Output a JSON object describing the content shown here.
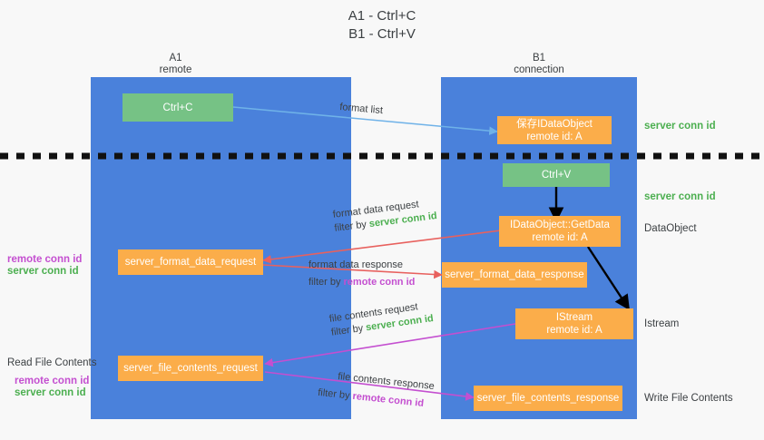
{
  "title": {
    "line1": "A1 - Ctrl+C",
    "line2": "B1 - Ctrl+V"
  },
  "lanes": [
    {
      "id": "a1",
      "name": "A1",
      "sub": "remote"
    },
    {
      "id": "b1",
      "name": "B1",
      "sub": "connection"
    }
  ],
  "boxes": {
    "ctrl_c": {
      "label": "Ctrl+C"
    },
    "save_dataobject": {
      "line1": "保存IDataObject",
      "line2": "remote id: A"
    },
    "ctrl_v": {
      "label": "Ctrl+V"
    },
    "getdata": {
      "line1": "IDataObject::GetData",
      "line2": "remote id: A"
    },
    "server_format_data_request": {
      "label": "server_format_data_request"
    },
    "server_format_data_response": {
      "label": "server_format_data_response"
    },
    "istream": {
      "line1": "IStream",
      "line2": "remote id: A"
    },
    "server_file_contents_request": {
      "label": "server_file_contents_request"
    },
    "server_file_contents_response": {
      "label": "server_file_contents_response"
    }
  },
  "right_labels": {
    "server_conn_id_top": "server conn id",
    "server_conn_id_mid": "server conn id",
    "dataobject": "DataObject",
    "istream": "Istream",
    "write_file_contents": "Write File Contents"
  },
  "left_labels": {
    "format_remote_conn_id": "remote conn id",
    "format_server_conn_id": "server conn id",
    "read_file_contents": "Read File Contents",
    "file_remote_conn_id": "remote conn id",
    "file_server_conn_id": "server conn id"
  },
  "edges": {
    "format_list": {
      "text": "format list"
    },
    "format_data_request": {
      "line1": "format data request",
      "line2_prefix": "filter by ",
      "line2_key": "server conn id"
    },
    "format_data_response": {
      "line1": "format data response",
      "line2_prefix": "filter by ",
      "line2_key": "remote conn id"
    },
    "file_contents_request": {
      "line1": "file contents request",
      "line2_prefix": "filter by ",
      "line2_key": "server conn id"
    },
    "file_contents_response": {
      "line1": "file contents response",
      "line2_prefix": "filter by ",
      "line2_key": "remote conn id"
    }
  },
  "colors": {
    "lane_blue": "#4a81db",
    "box_green": "#76c285",
    "box_orange": "#fbad4a",
    "arrow_lightblue": "#6fb2e8",
    "arrow_red": "#e8615e",
    "arrow_magenta": "#c44fd0",
    "arrow_black": "#000000",
    "conn_green": "#4caf50",
    "conn_purple": "#c44fd0",
    "background": "#f8f8f8"
  }
}
